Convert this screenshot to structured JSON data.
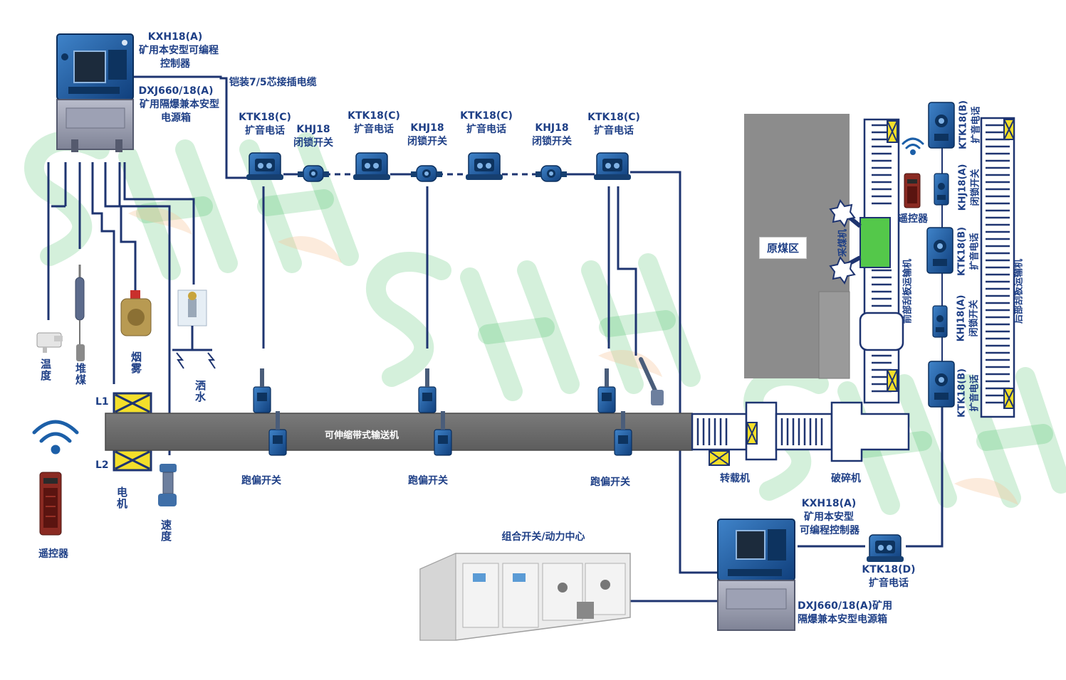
{
  "labels": {
    "kxh_top_model": "KXH18(A)",
    "kxh_top_desc1": "矿用本安型可编程",
    "kxh_top_desc2": "控制器",
    "dxj_top_model": "DXJ660/18(A)",
    "dxj_top_desc1": "矿用隔爆兼本安型",
    "dxj_top_desc2": "电源箱",
    "cable": "铠装7/5芯接插电缆",
    "ktk_c_model": "KTK18(C)",
    "ktk_c_desc": "扩音电话",
    "khj_model": "KHJ18",
    "khj_desc": "闭锁开关",
    "sensor_temp": "温度",
    "sensor_pile": "堆煤",
    "sensor_smoke": "烟雾",
    "sensor_water": "洒水",
    "sensor_motor": "电机",
    "sensor_speed": "速度",
    "l1": "L1",
    "l2": "L2",
    "remote_left": "遥控器",
    "conveyor": "可伸缩带式输送机",
    "deviation": "跑偏开关",
    "transfer": "转载机",
    "crusher": "破碎机",
    "raw_coal": "原煤区",
    "shearer": "采煤机",
    "front_conveyor": "前部刮板运输机",
    "rear_conveyor": "后部刮板运输机",
    "remote_right": "遥控器",
    "ktk_b_model": "KTK18(B)",
    "ktk_b_desc": "扩音电话",
    "khj_a_model": "KHJ18(A)",
    "khj_a_desc": "闭锁开关",
    "combo": "组合开关/动力中心",
    "kxh_bottom_model": "KXH18(A)",
    "kxh_bottom_desc1": "矿用本安型",
    "kxh_bottom_desc2": "可编程控制器",
    "ktk_d_model": "KTK18(D)",
    "ktk_d_desc": "扩音电话",
    "dxj_bottom_line1": "DXJ660/18(A)矿用",
    "dxj_bottom_line2": "隔爆兼本安型电源箱",
    "watermark": "SHH"
  },
  "colors": {
    "label": "#1e3f86",
    "line": "#1e3470",
    "conveyor": "#6d6d6d",
    "device_blue": "#1c5fa8",
    "device_grey": "#8a8fa8",
    "coal_area": "#8c8c8c",
    "watermark": "#28b44a",
    "yellow": "#f4df2a",
    "green": "#54c84a"
  },
  "icons": [
    "controller-icon",
    "power-box-icon",
    "speaker-phone-icon",
    "lock-switch-icon",
    "deviation-switch-icon",
    "wifi-icon",
    "remote-control-icon",
    "temperature-sensor-icon",
    "pile-sensor-icon",
    "smoke-sensor-icon",
    "sprinkler-icon",
    "speed-sensor-icon",
    "shearer-icon",
    "combination-switch-icon"
  ]
}
